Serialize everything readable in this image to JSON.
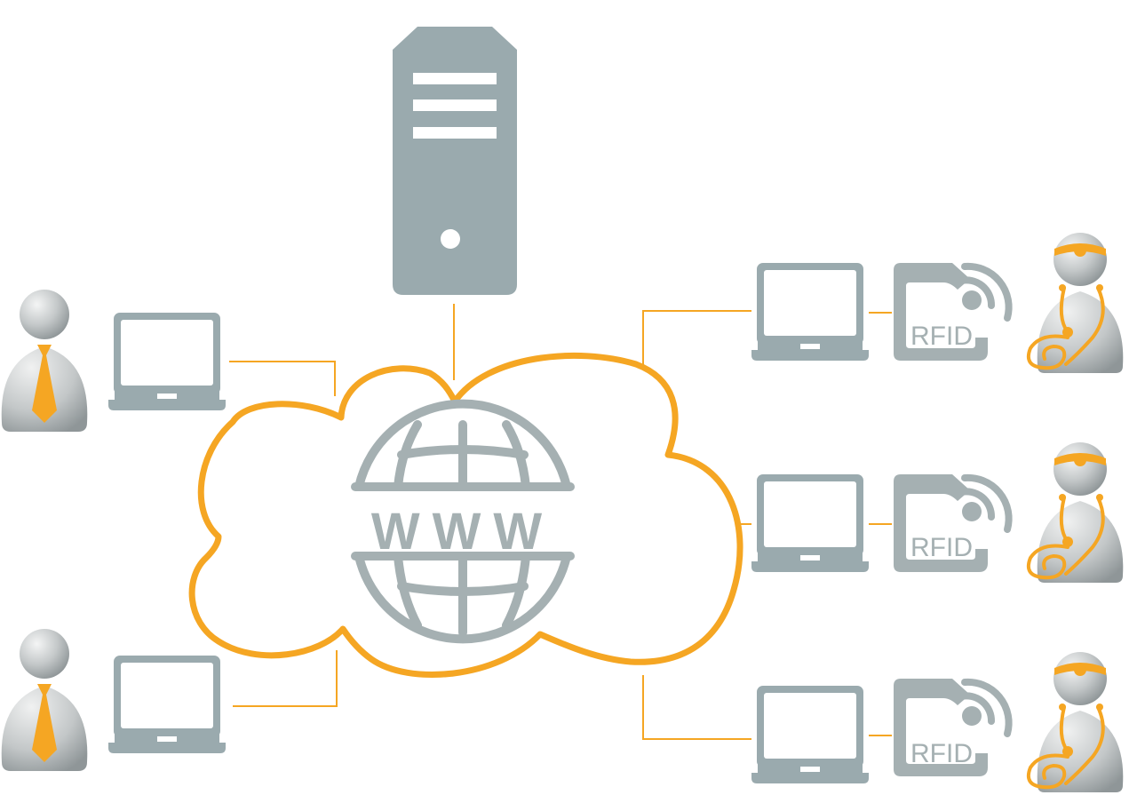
{
  "globe": {
    "label": "WWW"
  },
  "rfid_readers": [
    {
      "label": "RFID"
    },
    {
      "label": "RFID"
    },
    {
      "label": "RFID"
    }
  ],
  "colors": {
    "accent": "#F5A623",
    "device_gray": "#9AAAAE",
    "person_gray": "#B9BDBE"
  },
  "icons": {
    "server": "server-tower-icon",
    "cloud": "cloud-icon",
    "globe": "globe-icon",
    "laptop": "laptop-icon",
    "rfid": "rfid-reader-icon",
    "business_user": "businessman-icon",
    "medical_user": "doctor-icon"
  }
}
